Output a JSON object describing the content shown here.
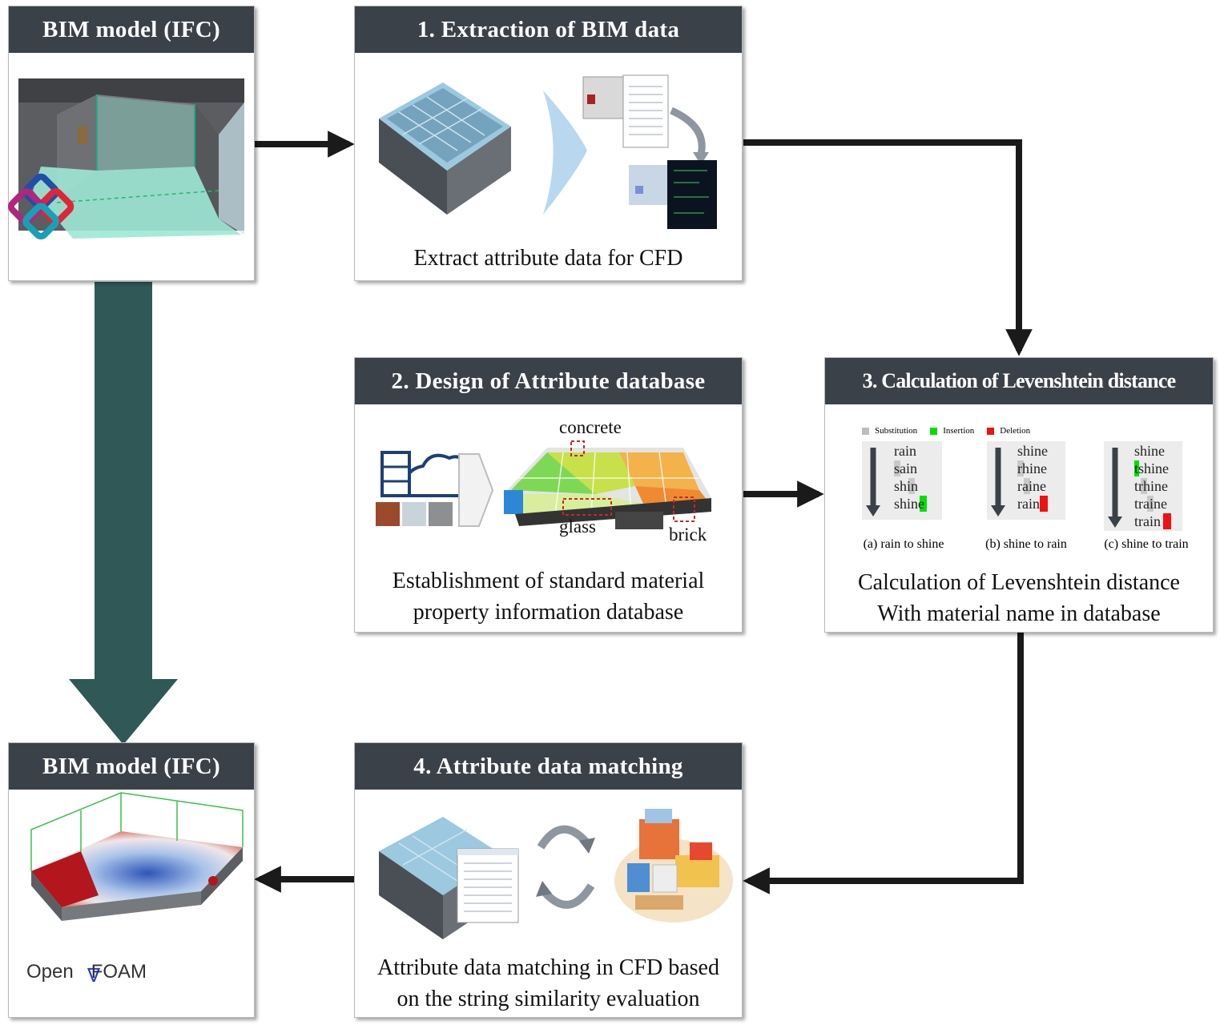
{
  "panels": {
    "bim_input": {
      "title": "BIM model (IFC)"
    },
    "extraction": {
      "title": "1. Extraction of BIM data",
      "caption": [
        "Extract attribute data for CFD"
      ]
    },
    "database": {
      "title": "2. Design of Attribute database",
      "caption": [
        "Establishment of standard material",
        "property information database"
      ],
      "labels": {
        "concrete": "concrete",
        "glass": "glass",
        "brick": "brick"
      }
    },
    "levenshtein": {
      "title": "3. Calculation of Levenshtein distance",
      "caption": [
        "Calculation of Levenshtein distance",
        "With material name in database"
      ],
      "legend": [
        {
          "label": "Substitution",
          "color": "#bdbdbd"
        },
        {
          "label": "Insertion",
          "color": "#00e000"
        },
        {
          "label": "Deletion",
          "color": "#ee1111"
        }
      ],
      "examples": [
        {
          "words": [
            "rain",
            "sain",
            "shin",
            "shine"
          ],
          "label": "(a) rain to shine"
        },
        {
          "words": [
            "shine",
            "rhine",
            "raine",
            "rain"
          ],
          "label": "(b) shine to rain"
        },
        {
          "words": [
            "shine",
            "tshine",
            "trhine",
            "traine",
            "train"
          ],
          "label": "(c) shine to train"
        }
      ]
    },
    "matching": {
      "title": "4. Attribute data matching",
      "caption": [
        "Attribute data matching in CFD based",
        "on the string similarity  evaluation"
      ]
    },
    "bim_output": {
      "title": "BIM model (IFC)",
      "logo_text": "OpenFOAM"
    }
  },
  "colors": {
    "header": "#3a4149",
    "big_arrow": "#2f5856",
    "connector": "#1a1a1a"
  }
}
